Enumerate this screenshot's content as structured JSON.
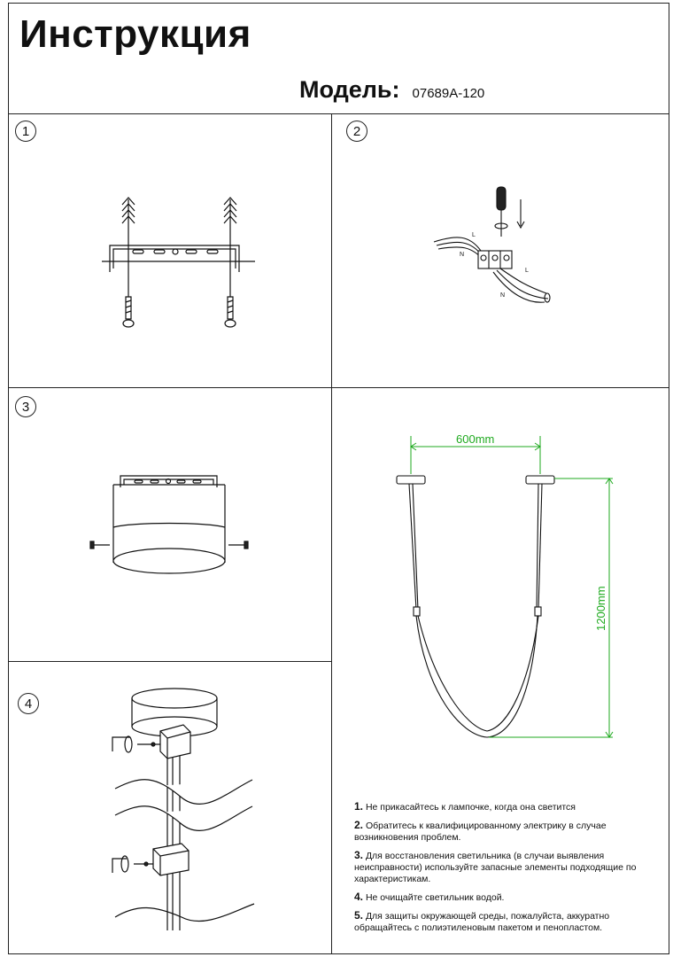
{
  "header": {
    "title": "Инструкция",
    "model_label": "Модель:",
    "model_value": "07689A-120"
  },
  "steps": [
    {
      "number": "1"
    },
    {
      "number": "2"
    },
    {
      "number": "3"
    },
    {
      "number": "4"
    }
  ],
  "wire_labels": {
    "l1": "L",
    "n1": "N",
    "l2": "L",
    "n2": "N"
  },
  "dimensions": {
    "width": "600mm",
    "height": "1200mm",
    "color": "#1faa1f"
  },
  "notes": [
    {
      "num": "1.",
      "text": "Не прикасайтесь к лампочке, когда она светится"
    },
    {
      "num": "2.",
      "text": "Обратитесь к квалифицированному электрику в случае возникновения проблем."
    },
    {
      "num": "3.",
      "text": "Для восстановления светильника (в случаи выявления неисправности) используйте запасные элементы подходящие по характеристикам."
    },
    {
      "num": "4.",
      "text": "Не очищайте светильник водой."
    },
    {
      "num": "5.",
      "text": "Для защиты окружающей среды, пожалуйста, аккуратно обращайтесь с полиэтиленовым пакетом и пенопластом."
    }
  ]
}
